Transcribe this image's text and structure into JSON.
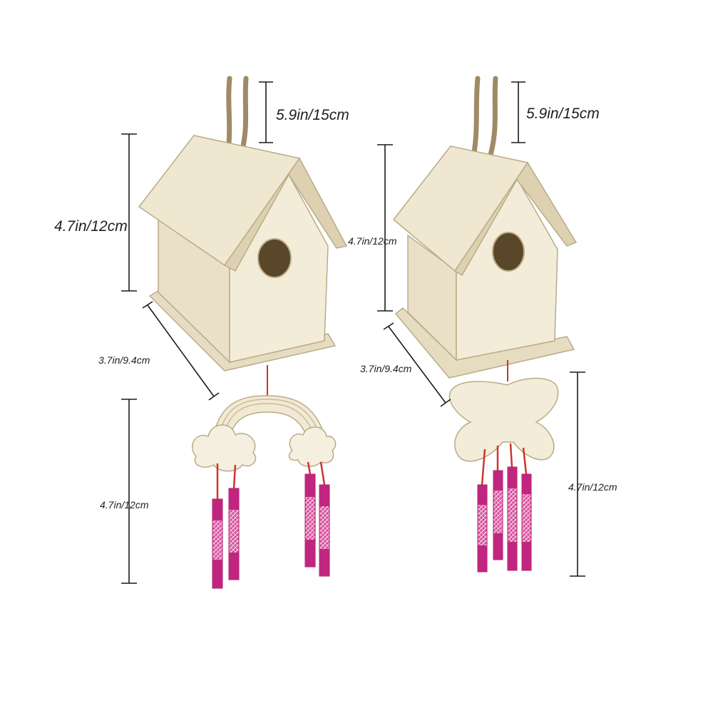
{
  "dimensions": {
    "left_rope": "5.9in/15cm",
    "left_house_height": "4.7in/12cm",
    "left_house_width": "3.7in/9.4cm",
    "left_chime_height": "4.7in/12cm",
    "right_rope": "5.9in/15cm",
    "right_house_height": "4.7in/12cm",
    "right_house_width": "3.7in/9.4cm",
    "right_chime_height": "4.7in/12cm"
  },
  "colors": {
    "wood_light": "#f3ecd8",
    "wood_mid": "#e6dcc0",
    "wood_shadow": "#cfc3a2",
    "wood_edge": "#b9ab88",
    "rope": "#a08a66",
    "tube": "#c0257f",
    "wire": "#d0342c",
    "line": "#1a1a1a"
  }
}
